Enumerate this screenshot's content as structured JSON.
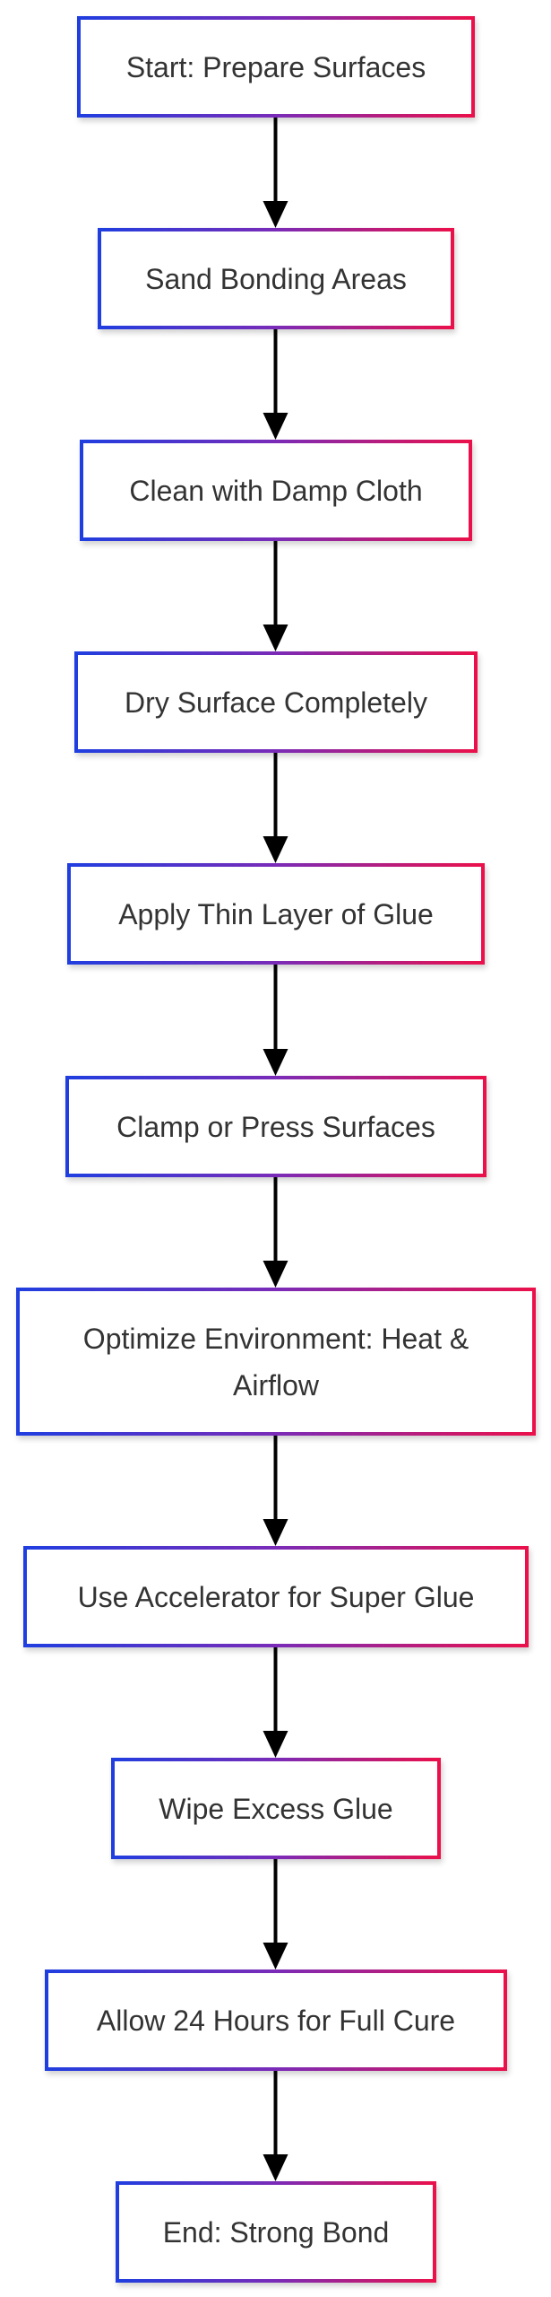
{
  "flowchart": {
    "nodes": [
      {
        "id": "start",
        "label": "Start: Prepare Surfaces"
      },
      {
        "id": "sand",
        "label": "Sand Bonding Areas"
      },
      {
        "id": "clean",
        "label": "Clean with Damp Cloth"
      },
      {
        "id": "dry",
        "label": "Dry Surface Completely"
      },
      {
        "id": "apply",
        "label": "Apply Thin Layer of Glue"
      },
      {
        "id": "clamp",
        "label": "Clamp or Press Surfaces"
      },
      {
        "id": "optimize",
        "label": "Optimize Environment: Heat & Airflow"
      },
      {
        "id": "accelerator",
        "label": "Use Accelerator for Super Glue"
      },
      {
        "id": "wipe",
        "label": "Wipe Excess Glue"
      },
      {
        "id": "cure",
        "label": "Allow 24 Hours for Full Cure"
      },
      {
        "id": "end",
        "label": "End: Strong Bond"
      }
    ],
    "edges": [
      {
        "from": "start",
        "to": "sand"
      },
      {
        "from": "sand",
        "to": "clean"
      },
      {
        "from": "clean",
        "to": "dry"
      },
      {
        "from": "dry",
        "to": "apply"
      },
      {
        "from": "apply",
        "to": "clamp"
      },
      {
        "from": "clamp",
        "to": "optimize"
      },
      {
        "from": "optimize",
        "to": "accelerator"
      },
      {
        "from": "accelerator",
        "to": "wipe"
      },
      {
        "from": "wipe",
        "to": "cure"
      },
      {
        "from": "cure",
        "to": "end"
      }
    ],
    "colors": {
      "border_gradient_start": "#1f3ee0",
      "border_gradient_end": "#ec104a",
      "arrow": "#000000",
      "text": "#333333"
    }
  }
}
